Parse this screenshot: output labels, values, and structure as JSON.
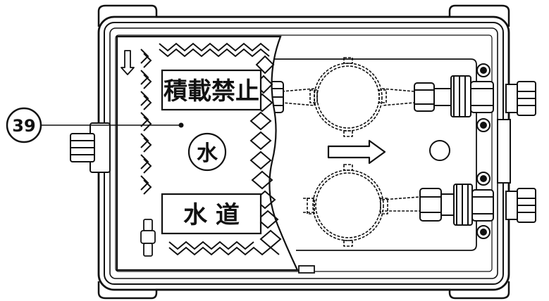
{
  "callout": {
    "number": "39"
  },
  "lid": {
    "top_label": "積載禁止",
    "symbol_char": "水",
    "bottom_label": "水 道"
  },
  "colors": {
    "line": "#111111",
    "background": "#ffffff"
  },
  "icons": {
    "flow_arrow": "arrow-right-icon",
    "lid_arrow": "arrow-down-icon"
  }
}
